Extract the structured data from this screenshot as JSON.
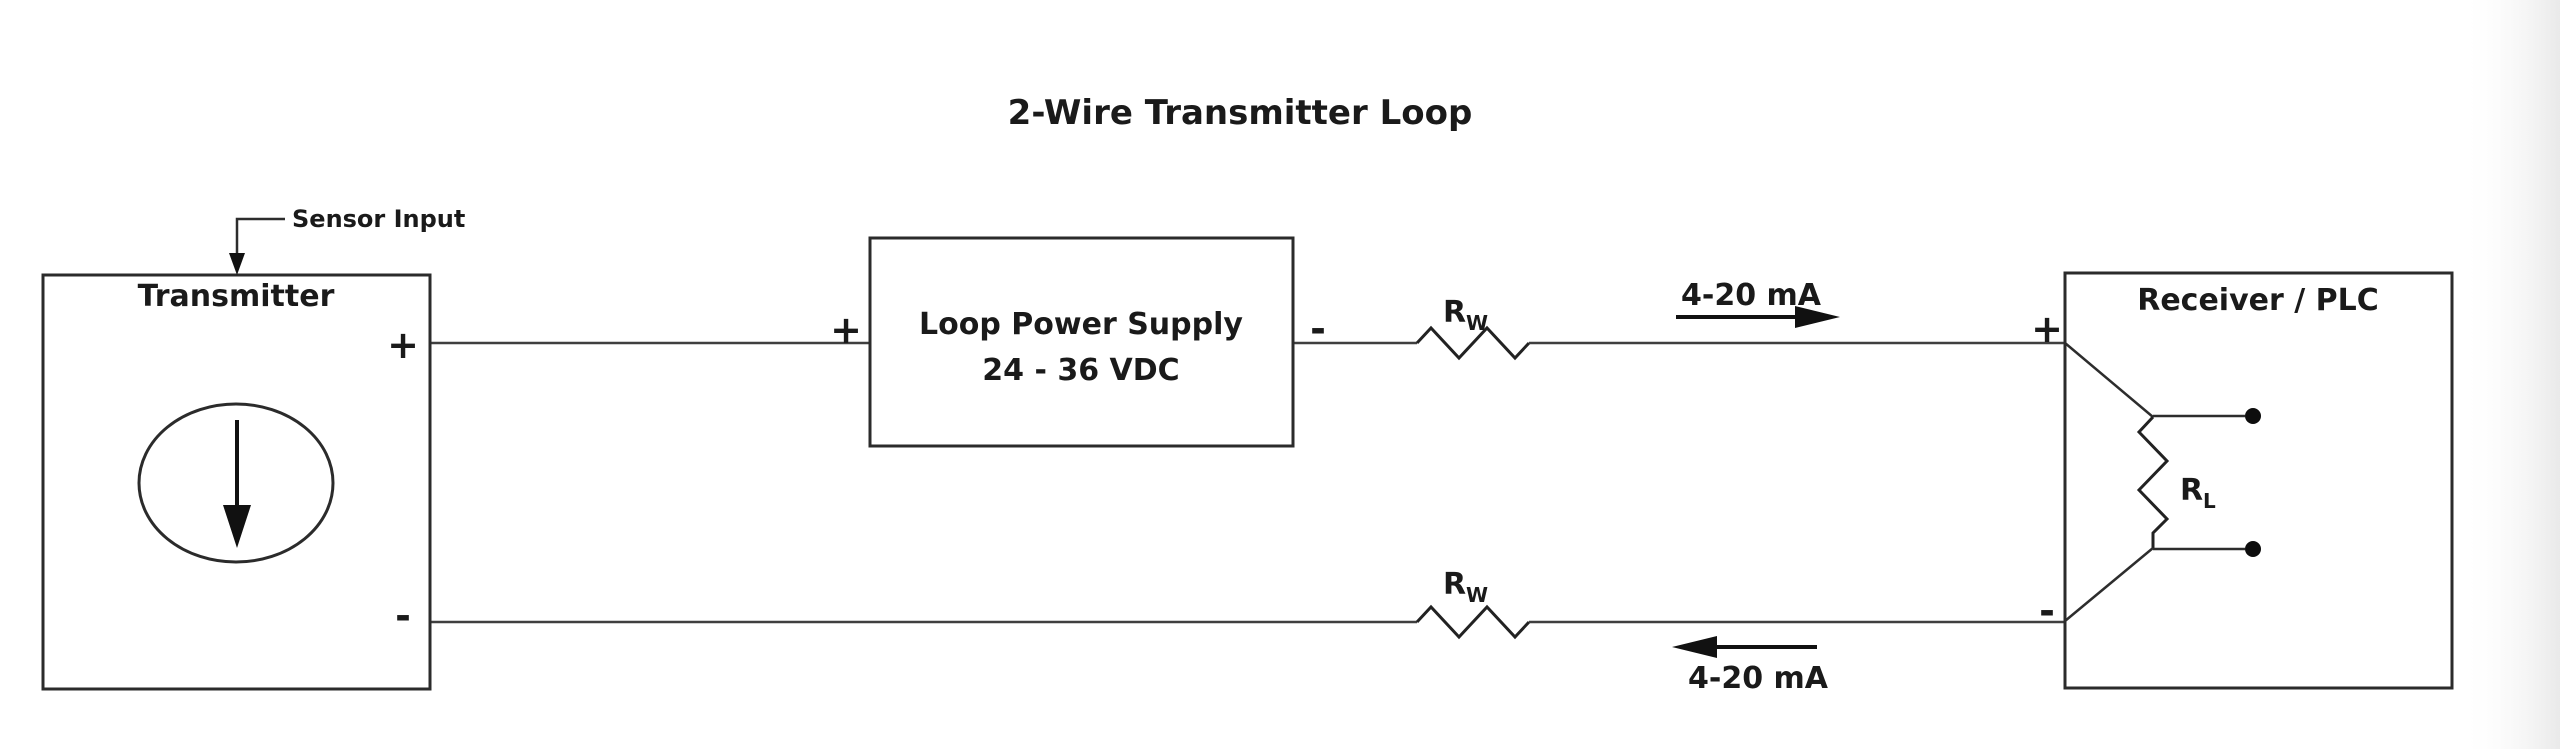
{
  "page": {
    "title": "2-Wire Transmitter Loop"
  },
  "colors": {
    "background": "#ffffff",
    "line": "#3f3f3f",
    "box_border": "#2b2b2b",
    "text": "#1a1a1a",
    "right_edge_shade": "#ebebeb"
  },
  "transmitter": {
    "label": "Transmitter",
    "sensor_label": "Sensor Input",
    "plus": "+",
    "minus": "-"
  },
  "power_supply": {
    "line1": "Loop Power Supply",
    "line2": "24 - 36 VDC",
    "plus": "+",
    "minus": "-"
  },
  "receiver": {
    "label": "Receiver / PLC",
    "plus": "+",
    "minus": "-",
    "load_resistor": {
      "main": "R",
      "sub": "L"
    }
  },
  "wire_resistors": {
    "top": {
      "main": "R",
      "sub": "W"
    },
    "bottom": {
      "main": "R",
      "sub": "W"
    }
  },
  "current_labels": {
    "top": "4-20 mA",
    "bottom": "4-20 mA"
  }
}
